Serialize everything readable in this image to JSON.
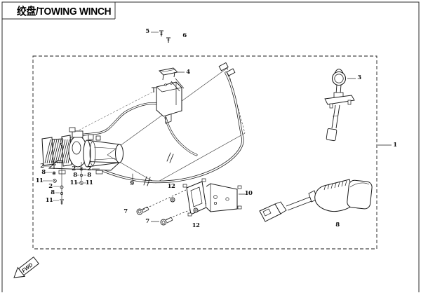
{
  "title": {
    "text": "绞盘/TOWING WINCH"
  },
  "direction_indicator": {
    "label": "FWD"
  },
  "parts": {
    "p1": "1",
    "p2": "2",
    "p3": "3",
    "p4": "4",
    "p5": "5",
    "p6": "6",
    "p7": "7",
    "p8": "8",
    "p9": "9",
    "p10": "10",
    "p11": "11",
    "p12": "12"
  },
  "colors": {
    "ink": "#1a1a1a",
    "paper": "#ffffff"
  }
}
